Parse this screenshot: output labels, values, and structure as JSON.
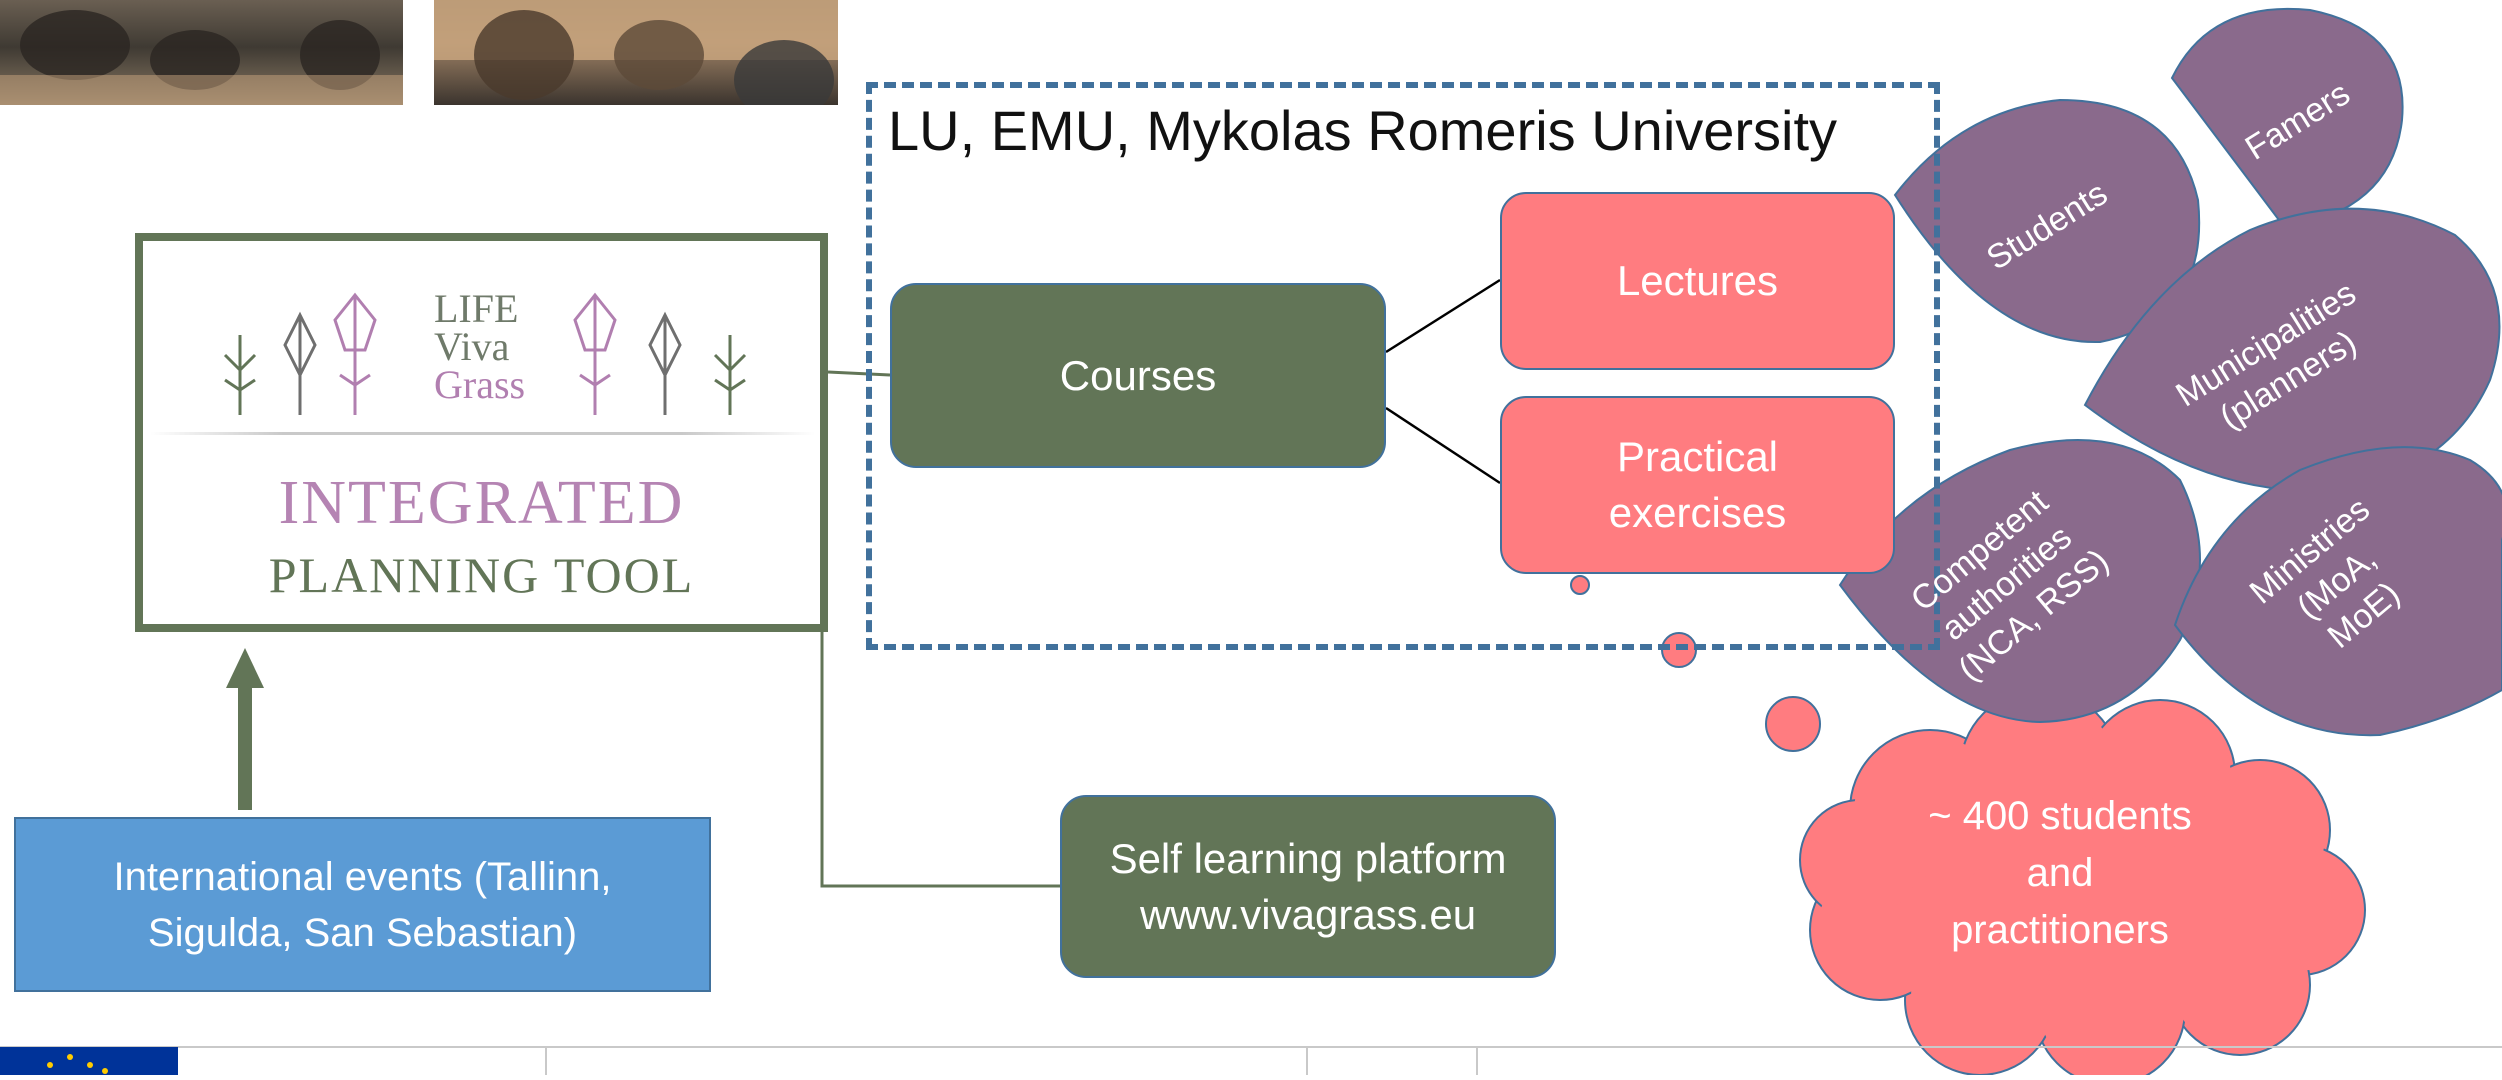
{
  "group_title": "LU, EMU, Mykolas Romeris University",
  "tool_logo": {
    "life_line1": "LIFE",
    "life_line2": "Viva",
    "life_line3": "Grass",
    "title_line1": "INTEGRATED",
    "title_line2": "PLANNING TOOL"
  },
  "nodes": {
    "courses": "Courses",
    "lectures": "Lectures",
    "practical_line1": "Practical",
    "practical_line2": "exercises",
    "self_learning_line1": "Self learning platform",
    "self_learning_line2": "www.vivagrass.eu",
    "international_line1": "International events (Tallinn,",
    "international_line2": "Sigulda, San Sebastian)"
  },
  "audiences": {
    "students": "Students",
    "famers": "Famers",
    "municipalities_line1": "Municipalities",
    "municipalities_line2": "(planners)",
    "competent_line1": "Competent",
    "competent_line2": "authorities",
    "competent_line3": "(NCA, RSS)",
    "ministries_line1": "Ministries",
    "ministries_line2": "(MoA,",
    "ministries_line3": "MoE)"
  },
  "summary": {
    "line1": "~ 400 students",
    "line2": "and",
    "line3": "practitioners"
  },
  "colors": {
    "green": "#627557",
    "pink": "#ff7c80",
    "blue": "#5b9bd5",
    "purple": "#8a6a8c",
    "dash": "#41719c"
  }
}
